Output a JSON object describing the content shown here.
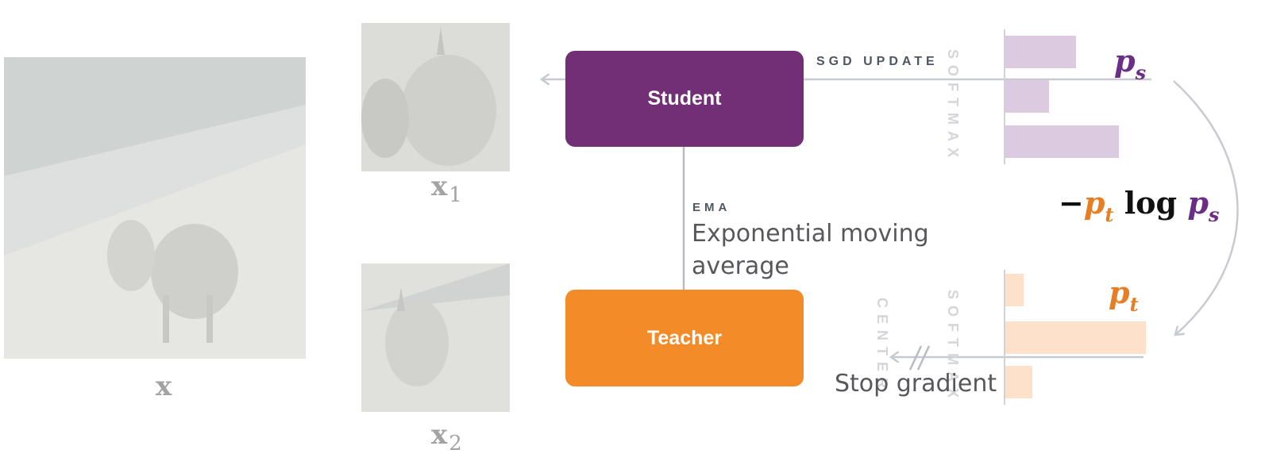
{
  "images": {
    "x_label": "x",
    "x1_label": "x",
    "x1_sub": "1",
    "x2_label": "x",
    "x2_sub": "2"
  },
  "student": {
    "label": "Student"
  },
  "teacher": {
    "label": "Teacher"
  },
  "sgd_update": "SGD UPDATE",
  "ema": {
    "tag": "EMA",
    "line1": "Exponential moving",
    "line2": "average"
  },
  "softmax_top": "SOFTMAX",
  "softmax_bottom": "SOFTMAX",
  "center": "CENTER",
  "stop_gradient": "Stop gradient",
  "math": {
    "ps": "p",
    "ps_sub": "s",
    "pt": "p",
    "pt_sub": "t",
    "loss_minus": "−",
    "loss_pt": "p",
    "loss_pt_sub": "t",
    "loss_log": "log",
    "loss_ps": "p",
    "loss_ps_sub": "s"
  },
  "colors": {
    "student": "#722f75",
    "teacher": "#f28b28",
    "ps_bars": "#dccbe0",
    "pt_bars": "#fde1cb",
    "arrow": "#c7cbd1"
  },
  "distributions": {
    "student_bars": [
      0.5,
      0.31,
      0.81
    ],
    "teacher_bars": [
      0.13,
      1.0,
      0.19
    ]
  }
}
